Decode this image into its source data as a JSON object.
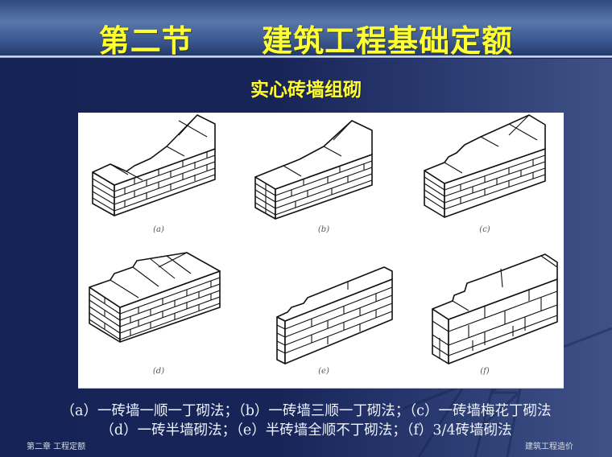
{
  "slide": {
    "title": "第二节      建筑工程基础定额",
    "subtitle": "实心砖墙组砌",
    "colors": {
      "title_text": "#ffff33",
      "background": "#172458",
      "header_band": "#4a6699",
      "panel": "#ffffff",
      "caption_text": "#eef2fa"
    }
  },
  "figure": {
    "panels": [
      {
        "label": "(a)",
        "name": "一砖墙一顺一丁砌法"
      },
      {
        "label": "(b)",
        "name": "一砖墙三顺一丁砌法"
      },
      {
        "label": "(c)",
        "name": "一砖墙梅花丁砌法"
      },
      {
        "label": "(d)",
        "name": "一砖半墙砌法"
      },
      {
        "label": "(e)",
        "name": "半砖墙全顺不丁砌法"
      },
      {
        "label": "(f)",
        "name": "3/4砖墙砌法"
      }
    ]
  },
  "caption": {
    "line1": "（a）一砖墙一顺一丁砌法；（b）一砖墙三顺一丁砌法；（c）一砖墙梅花丁砌法",
    "line2": "（d）一砖半墙砌法；（e）半砖墙全顺不丁砌法；（f）3/4砖墙砌法"
  },
  "footer": {
    "left": "第二章  工程定额",
    "right": "建筑工程造价"
  }
}
